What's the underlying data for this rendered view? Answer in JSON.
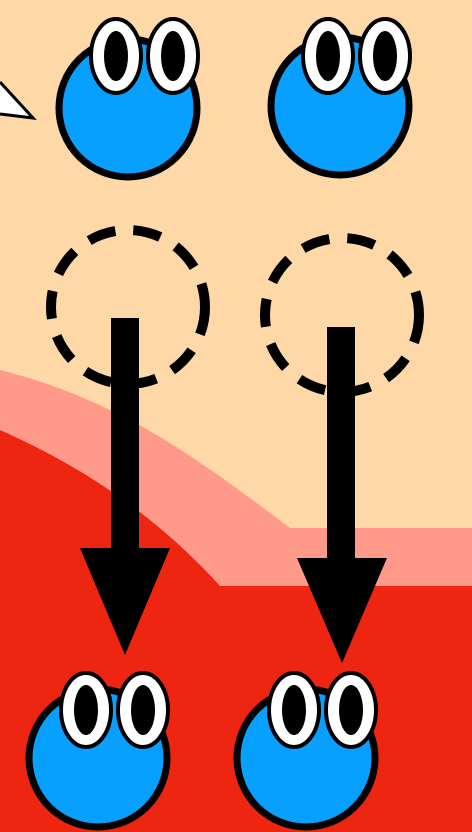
{
  "colors": {
    "background": "#FFD8A8",
    "band": "#FF9A8A",
    "zone": "#EE2611",
    "creature_body": "#08A0FF",
    "outline": "#000000",
    "eye_white": "#FFFFFF",
    "arrow": "#000000"
  },
  "creatures": [
    {
      "id": "top-left",
      "icon": "blob-creature-icon"
    },
    {
      "id": "top-right",
      "icon": "blob-creature-icon"
    },
    {
      "id": "bottom-left",
      "icon": "blob-creature-icon"
    },
    {
      "id": "bottom-right",
      "icon": "blob-creature-icon"
    }
  ],
  "ghost_circles": [
    {
      "id": "left",
      "style": "dashed"
    },
    {
      "id": "right",
      "style": "dashed"
    }
  ],
  "arrows": [
    {
      "id": "left",
      "direction": "down"
    },
    {
      "id": "right",
      "direction": "down"
    }
  ],
  "speech_pointer": {
    "icon": "speech-bubble-tail-icon"
  }
}
